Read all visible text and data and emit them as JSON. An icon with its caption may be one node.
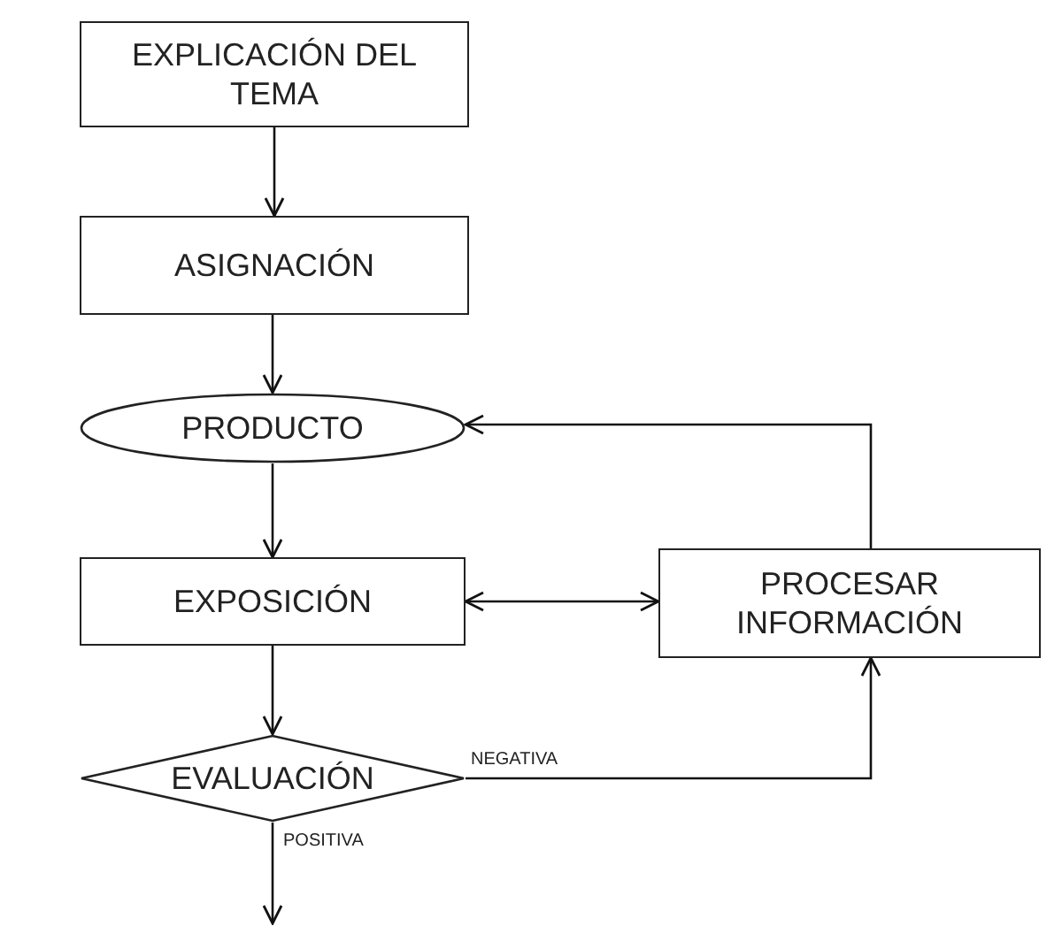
{
  "diagram": {
    "nodes": [
      {
        "text": [
          "EXPLICACIÓN DEL TEMA"
        ]
      },
      {
        "text": [
          "ASIGNACIÓN"
        ]
      },
      {
        "text": [
          "PRODUCTO"
        ]
      },
      {
        "text": [
          "EXPOSICIÓN"
        ]
      },
      {
        "text": [
          "PROCESAR INFORMACIÓN"
        ]
      },
      {
        "text": [
          "EVALUACIÓN"
        ]
      }
    ],
    "edges": [
      {
        "from": 0,
        "to": 1,
        "arrow": "to"
      },
      {
        "from": 1,
        "to": 2,
        "arrow": "to"
      },
      {
        "from": 2,
        "to": 3,
        "arrow": "to"
      },
      {
        "from": 3,
        "to": 4,
        "arrow": "both"
      },
      {
        "from": 3,
        "to": 5,
        "arrow": "to"
      },
      {
        "from": 5,
        "to": 4,
        "arrow": "to",
        "label": "NEGATIVA"
      },
      {
        "from": 4,
        "to": 2,
        "arrow": "to"
      },
      {
        "from": 5,
        "to": null,
        "arrow": "to",
        "label": "POSITIVA"
      }
    ]
  }
}
